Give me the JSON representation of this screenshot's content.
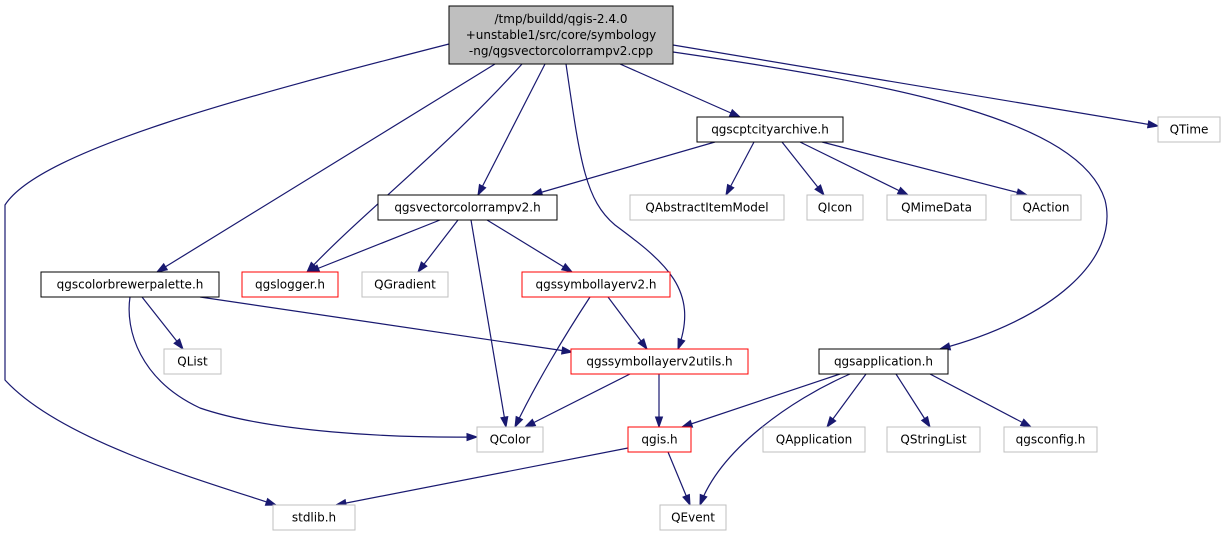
{
  "colors": {
    "edge": "#191970",
    "root_fill": "#bfbfbf",
    "root_border": "#000000",
    "documented_border": "#000000",
    "truncated_border": "#ff0000",
    "external_border": "#bfbfbf",
    "node_fill": "#ffffff"
  },
  "nodes": {
    "root": {
      "kind": "root",
      "lines": [
        "/tmp/buildd/qgis-2.4.0",
        "+unstable1/src/core/symbology",
        "-ng/qgsvectorcolorrampv2.cpp"
      ]
    },
    "qgscptcityarchive": {
      "kind": "documented",
      "lines": [
        "qgscptcityarchive.h"
      ]
    },
    "qtime": {
      "kind": "external",
      "lines": [
        "QTime"
      ]
    },
    "qgsvectorcolorrampv2": {
      "kind": "documented",
      "lines": [
        "qgsvectorcolorrampv2.h"
      ]
    },
    "qabstractitemmodel": {
      "kind": "external",
      "lines": [
        "QAbstractItemModel"
      ]
    },
    "qicon": {
      "kind": "external",
      "lines": [
        "QIcon"
      ]
    },
    "qmimedata": {
      "kind": "external",
      "lines": [
        "QMimeData"
      ]
    },
    "qaction": {
      "kind": "external",
      "lines": [
        "QAction"
      ]
    },
    "qgscolorbrewerpalette": {
      "kind": "documented",
      "lines": [
        "qgscolorbrewerpalette.h"
      ]
    },
    "qgslogger": {
      "kind": "truncated",
      "lines": [
        "qgslogger.h"
      ]
    },
    "qgradient": {
      "kind": "external",
      "lines": [
        "QGradient"
      ]
    },
    "qgssymbollayerv2": {
      "kind": "truncated",
      "lines": [
        "qgssymbollayerv2.h"
      ]
    },
    "qlist": {
      "kind": "external",
      "lines": [
        "QList"
      ]
    },
    "qgssymbollayerv2utils": {
      "kind": "truncated",
      "lines": [
        "qgssymbollayerv2utils.h"
      ]
    },
    "qgsapplication": {
      "kind": "documented",
      "lines": [
        "qgsapplication.h"
      ]
    },
    "qcolor": {
      "kind": "external",
      "lines": [
        "QColor"
      ]
    },
    "qgis": {
      "kind": "truncated",
      "lines": [
        "qgis.h"
      ]
    },
    "qapplication": {
      "kind": "external",
      "lines": [
        "QApplication"
      ]
    },
    "qstringlist": {
      "kind": "external",
      "lines": [
        "QStringList"
      ]
    },
    "qgsconfig": {
      "kind": "external",
      "lines": [
        "qgsconfig.h"
      ]
    },
    "stdlib": {
      "kind": "external",
      "lines": [
        "stdlib.h"
      ]
    },
    "qevent": {
      "kind": "external",
      "lines": [
        "QEvent"
      ]
    }
  },
  "edges": [
    [
      "root",
      "qgscptcityarchive"
    ],
    [
      "root",
      "qtime"
    ],
    [
      "root",
      "qgsvectorcolorrampv2"
    ],
    [
      "root",
      "qgscolorbrewerpalette"
    ],
    [
      "root",
      "qgslogger"
    ],
    [
      "root",
      "qgssymbollayerv2utils"
    ],
    [
      "root",
      "qgsapplication"
    ],
    [
      "root",
      "stdlib"
    ],
    [
      "qgscptcityarchive",
      "qgsvectorcolorrampv2"
    ],
    [
      "qgscptcityarchive",
      "qabstractitemmodel"
    ],
    [
      "qgscptcityarchive",
      "qicon"
    ],
    [
      "qgscptcityarchive",
      "qmimedata"
    ],
    [
      "qgscptcityarchive",
      "qaction"
    ],
    [
      "qgsvectorcolorrampv2",
      "qgslogger"
    ],
    [
      "qgsvectorcolorrampv2",
      "qgradient"
    ],
    [
      "qgsvectorcolorrampv2",
      "qgssymbollayerv2"
    ],
    [
      "qgsvectorcolorrampv2",
      "qcolor"
    ],
    [
      "qgscolorbrewerpalette",
      "qlist"
    ],
    [
      "qgscolorbrewerpalette",
      "qgssymbollayerv2utils"
    ],
    [
      "qgscolorbrewerpalette",
      "qcolor"
    ],
    [
      "qgssymbollayerv2",
      "qgssymbollayerv2utils"
    ],
    [
      "qgssymbollayerv2",
      "qcolor"
    ],
    [
      "qgssymbollayerv2utils",
      "qcolor"
    ],
    [
      "qgssymbollayerv2utils",
      "qgis"
    ],
    [
      "qgsapplication",
      "qgis"
    ],
    [
      "qgsapplication",
      "qapplication"
    ],
    [
      "qgsapplication",
      "qstringlist"
    ],
    [
      "qgsapplication",
      "qgsconfig"
    ],
    [
      "qgsapplication",
      "qevent"
    ],
    [
      "qgis",
      "stdlib"
    ],
    [
      "qgis",
      "qevent"
    ]
  ]
}
